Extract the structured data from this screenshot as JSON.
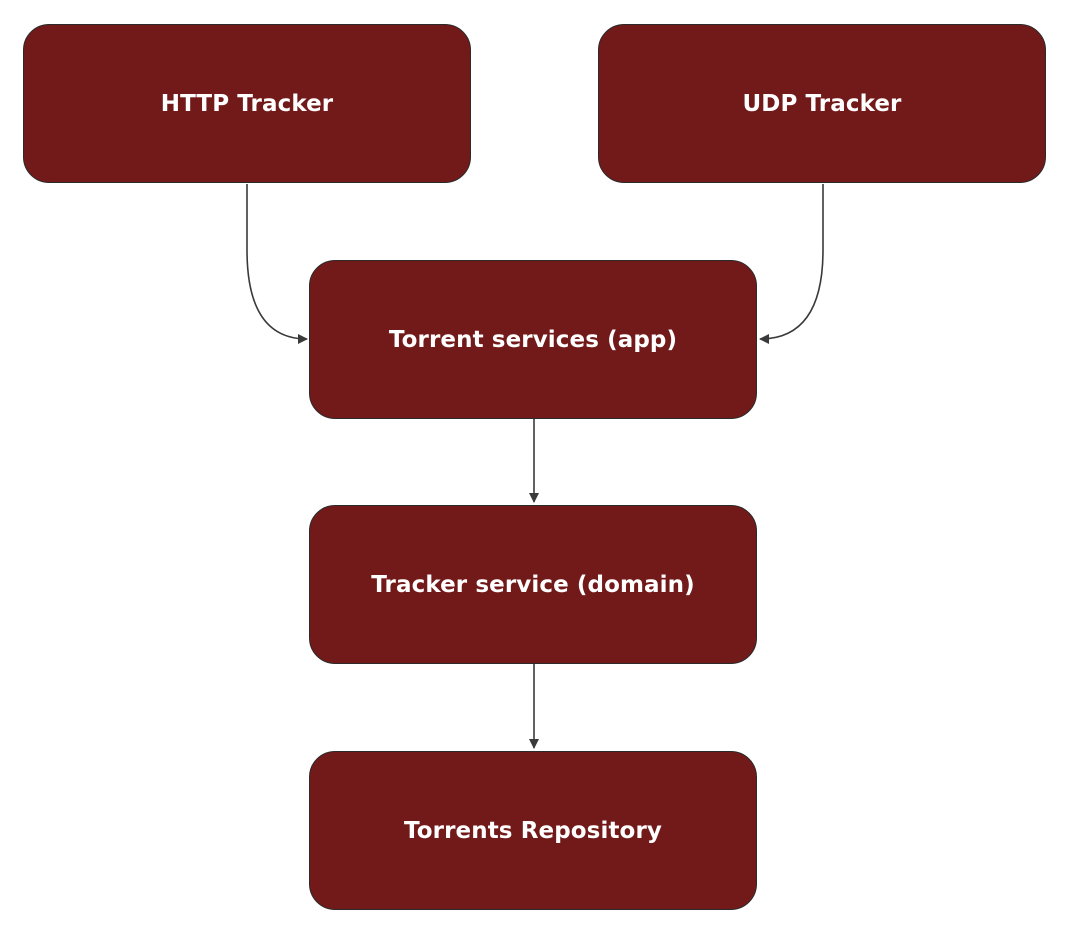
{
  "nodes": {
    "http_tracker": "HTTP Tracker",
    "udp_tracker": "UDP Tracker",
    "torrent_services": "Torrent services (app)",
    "tracker_service": "Tracker service (domain)",
    "torrents_repository": "Torrents Repository"
  },
  "edges": [
    {
      "from": "HTTP Tracker",
      "to": "Torrent services (app)"
    },
    {
      "from": "UDP Tracker",
      "to": "Torrent services (app)"
    },
    {
      "from": "Torrent services (app)",
      "to": "Tracker service (domain)"
    },
    {
      "from": "Tracker service (domain)",
      "to": "Torrents Repository"
    }
  ],
  "colors": {
    "node_fill": "#721a1a",
    "node_border": "#2a2a2a",
    "node_text": "#ffffff",
    "connector": "#3a3a3a",
    "background": "#ffffff"
  }
}
